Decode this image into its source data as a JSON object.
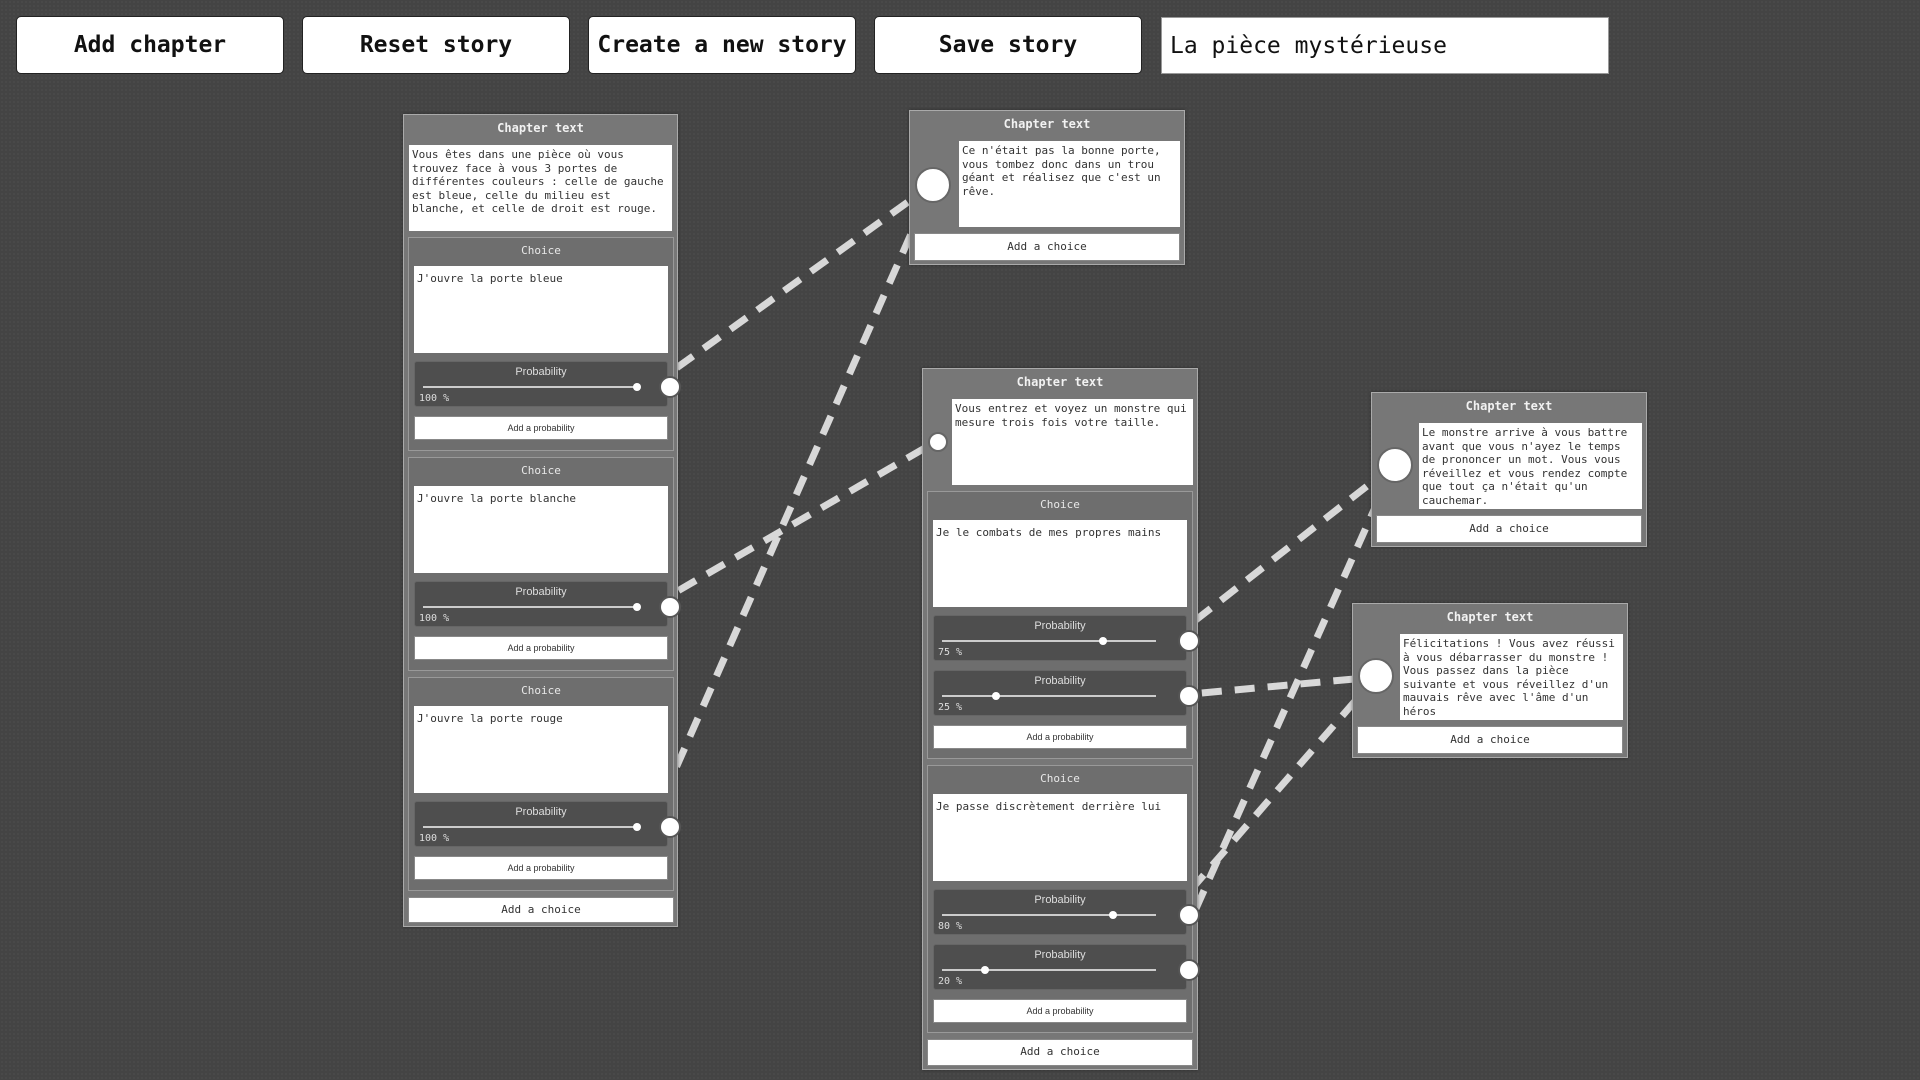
{
  "toolbar": {
    "add_chapter": "Add chapter",
    "reset_story": "Reset story",
    "new_story": "Create a new story",
    "save_story": "Save story",
    "story_title": "La pièce mystérieuse"
  },
  "labels": {
    "chapter_text": "Chapter text",
    "choice": "Choice",
    "probability": "Probability",
    "add_probability": "Add a probability",
    "add_choice": "Add a choice"
  },
  "chapters": {
    "c1": {
      "text": "Vous êtes dans une pièce où vous trouvez face à vous 3 portes de différentes couleurs : celle de gauche est bleue, celle du milieu est blanche, et celle de droit est rouge.",
      "choices": [
        {
          "text": "J'ouvre la porte bleue",
          "probs": [
            "100 %"
          ]
        },
        {
          "text": "J'ouvre la porte blanche",
          "probs": [
            "100 %"
          ]
        },
        {
          "text": "J'ouvre la porte rouge",
          "probs": [
            "100 %"
          ]
        }
      ]
    },
    "c2": {
      "text": "Ce n'était pas la bonne porte, vous tombez donc dans un trou géant et réalisez que c'est un rêve."
    },
    "c3": {
      "text": "Vous entrez et voyez un monstre qui mesure trois fois votre taille.",
      "choices": [
        {
          "text": "Je le combats de mes propres mains",
          "probs": [
            "75 %",
            "25 %"
          ]
        },
        {
          "text": "Je passe discrètement derrière lui",
          "probs": [
            "80 %",
            "20 %"
          ]
        }
      ]
    },
    "c4": {
      "text": "Le monstre arrive à vous battre avant que vous n'ayez le temps de prononcer un mot. Vous vous réveillez et vous rendez compte que tout ça n'était qu'un cauchemar."
    },
    "c5": {
      "text": "Félicitations ! Vous avez réussi à vous débarrasser du monstre ! Vous passez dans la pièce suivante et vous réveillez d'un mauvais rêve avec l'âme d'un héros"
    }
  },
  "slider_levels": {
    "c1": [
      1.0,
      1.0,
      1.0
    ],
    "c3": [
      [
        0.75,
        0.25
      ],
      [
        0.8,
        0.2
      ]
    ]
  },
  "colors": {
    "background": "#444444",
    "link": "#d8d8d8",
    "panel": "#777777"
  }
}
